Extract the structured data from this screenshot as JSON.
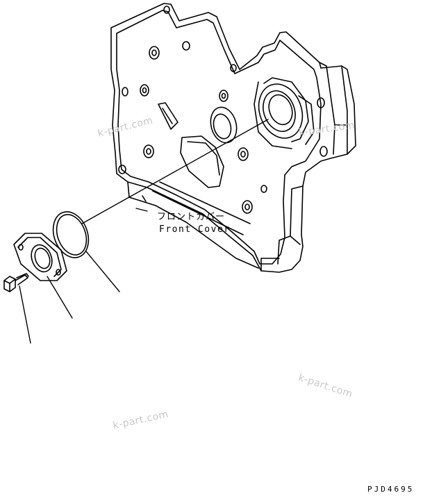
{
  "labels": {
    "part_name_jp": "フロントカバー",
    "part_name_en": "Front Cover",
    "drawing_code": "PJD4695"
  },
  "watermarks": [
    "k-part.com",
    "k-part.com",
    "k-part.com",
    "k-part.com"
  ],
  "colors": {
    "line": "#000000",
    "background": "#ffffff",
    "watermark": "#c8c8c8"
  }
}
